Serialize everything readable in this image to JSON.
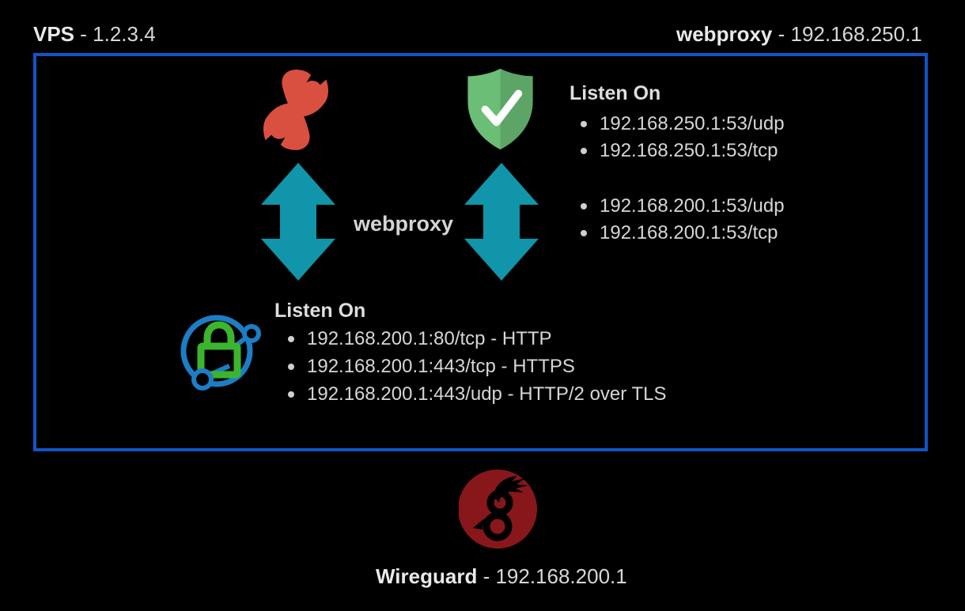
{
  "page": {
    "background": "#000000",
    "text_color": "#d9d9d9"
  },
  "header": {
    "vps": {
      "bold": "VPS",
      "rest": " - 1.2.3.4"
    },
    "webproxy_host": {
      "bold": "webproxy",
      "rest": " - 192.168.250.1"
    }
  },
  "vps_box": {
    "border_color": "#1254c8"
  },
  "arrows": {
    "color": "#1095ab",
    "label": "webproxy"
  },
  "icons": {
    "swag": {
      "name": "swag-logo",
      "color": "#d94f40"
    },
    "adguard": {
      "name": "adguard-shield",
      "color_left": "#6bbe76",
      "color_right": "#5da566",
      "check_color": "#ffffff"
    },
    "lock": {
      "name": "tls-lock",
      "circle_color": "#1c7ec5",
      "lock_color": "#3cb52e"
    },
    "wireguard": {
      "name": "wireguard-dragon",
      "circle_color": "#87171a",
      "dragon_color": "#000000"
    }
  },
  "adguard_listen": {
    "title": "Listen On",
    "group1": [
      "192.168.250.1:53/udp",
      "192.168.250.1:53/tcp"
    ],
    "group2": [
      "192.168.200.1:53/udp",
      "192.168.200.1:53/tcp"
    ]
  },
  "webproxy_listen": {
    "title": "Listen On",
    "items": [
      "192.168.200.1:80/tcp - HTTP",
      "192.168.200.1:443/tcp - HTTPS",
      "192.168.200.1:443/udp - HTTP/2 over TLS"
    ]
  },
  "footer": {
    "wireguard": {
      "bold": "Wireguard",
      "rest": " - 192.168.200.1"
    }
  }
}
